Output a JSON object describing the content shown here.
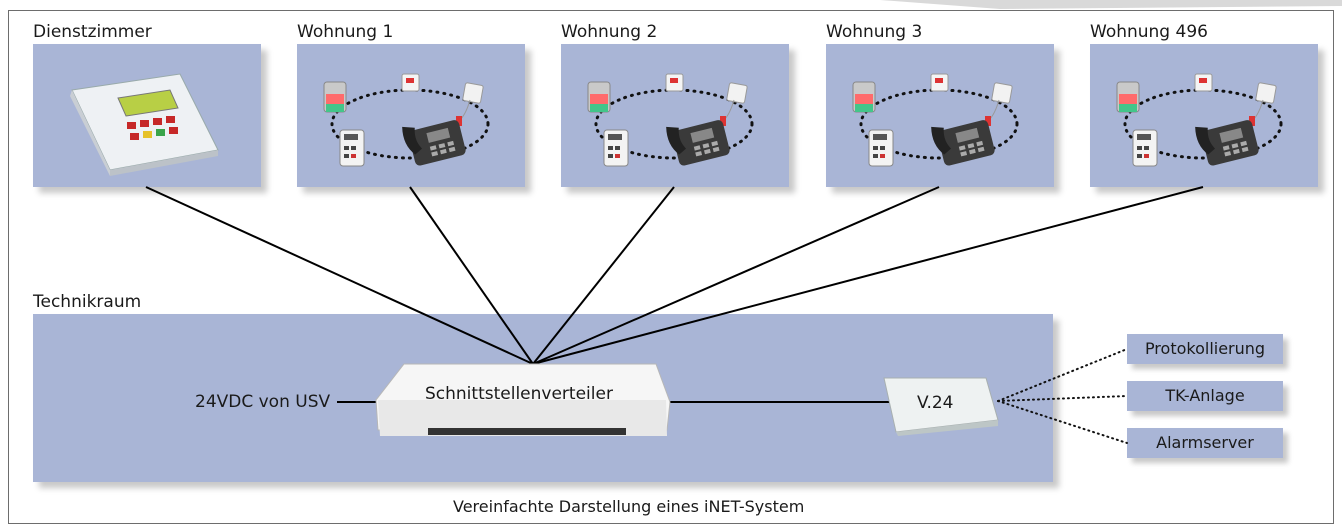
{
  "rooms": [
    {
      "label": "Dienstzimmer",
      "device": "control-terminal"
    },
    {
      "label": "Wohnung 1",
      "device": "apartment-call-ring"
    },
    {
      "label": "Wohnung 2",
      "device": "apartment-call-ring"
    },
    {
      "label": "Wohnung 3",
      "device": "apartment-call-ring"
    },
    {
      "label": "Wohnung 496",
      "device": "apartment-call-ring"
    }
  ],
  "technikraum": {
    "label": "Technikraum",
    "power_label": "24VDC von USV",
    "distributor_label": "Schnittstellenverteiler",
    "v24_label": "V.24"
  },
  "outputs": [
    {
      "label": "Protokollierung"
    },
    {
      "label": "TK-Anlage"
    },
    {
      "label": "Alarmserver"
    }
  ],
  "caption": "Vereinfachte Darstellung eines iNET-System",
  "colors": {
    "panel": "#a9b5d6",
    "line": "#000000",
    "frame": "#6d6d6d"
  }
}
